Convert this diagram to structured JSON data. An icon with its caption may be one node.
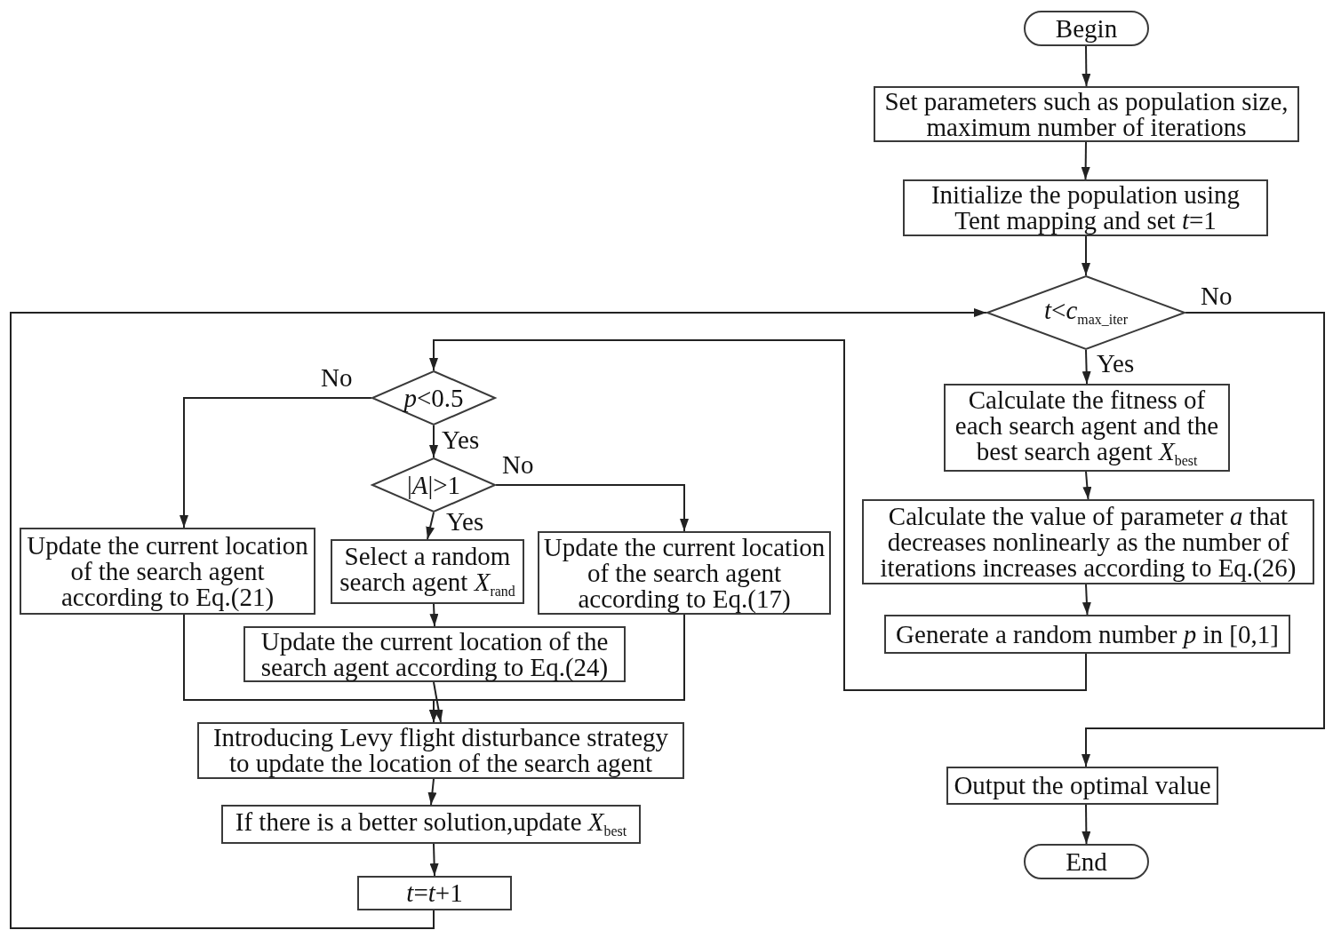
{
  "diagram": {
    "nodes": [
      {
        "text": [
          "Begin"
        ]
      },
      {
        "text": [
          "Set parameters such as population size, maximum number of iterations"
        ]
      },
      {
        "text": [
          "Initialize the population using Tent mapping and set *t*=1"
        ]
      },
      {
        "text": [
          "*t*<*c*$_{max_iter}$"
        ]
      },
      {
        "text": [
          "Calculate the fitness of each search agent and the best search agent *X*$_{best}$"
        ]
      },
      {
        "text": [
          "Calculate the value of parameter *a* that decreases nonlinearly as the number of iterations increases according to Eq.(26)"
        ]
      },
      {
        "text": [
          "Generate a random number *p* in [0,1]"
        ]
      },
      {
        "text": [
          "*p*<0.5"
        ]
      },
      {
        "text": [
          "|*A*|>1"
        ]
      },
      {
        "text": [
          "Update the current location of the search agent according to Eq.(21)"
        ]
      },
      {
        "text": [
          "Select a random search agent *X*$_{rand}$"
        ]
      },
      {
        "text": [
          "Update the current location of the search agent according to Eq.(17)"
        ]
      },
      {
        "text": [
          "Update the current location of the search agent according to Eq.(24)"
        ]
      },
      {
        "text": [
          "Introducing Levy flight disturbance strategy to update the location of the search agent"
        ]
      },
      {
        "text": [
          "If there is a better solution,update *X*$_{best}$"
        ]
      },
      {
        "text": [
          "*t*=*t*+1"
        ]
      },
      {
        "text": [
          "Output the optimal value"
        ]
      },
      {
        "text": [
          "End"
        ]
      }
    ],
    "edges": [
      {
        "from": 0,
        "to": 1,
        "arrow": "to"
      },
      {
        "from": 1,
        "to": 2,
        "arrow": "to"
      },
      {
        "from": 2,
        "to": 3,
        "arrow": "to"
      },
      {
        "from": 3,
        "to": 4,
        "arrow": "to",
        "label": "Yes"
      },
      {
        "from": 4,
        "to": 5,
        "arrow": "to"
      },
      {
        "from": 5,
        "to": 6,
        "arrow": "to"
      },
      {
        "from": 6,
        "to": 7,
        "arrow": "to"
      },
      {
        "from": 7,
        "to": 8,
        "arrow": "to",
        "label": "Yes"
      },
      {
        "from": 7,
        "to": 9,
        "arrow": "to",
        "label": "No"
      },
      {
        "from": 8,
        "to": 10,
        "arrow": "to",
        "label": "Yes"
      },
      {
        "from": 8,
        "to": 11,
        "arrow": "to",
        "label": "No"
      },
      {
        "from": 10,
        "to": 12,
        "arrow": "to"
      },
      {
        "from": 9,
        "to": 13,
        "arrow": "to"
      },
      {
        "from": 11,
        "to": 13,
        "arrow": "to"
      },
      {
        "from": 12,
        "to": 13,
        "arrow": "to"
      },
      {
        "from": 13,
        "to": 14,
        "arrow": "to"
      },
      {
        "from": 14,
        "to": 15,
        "arrow": "to"
      },
      {
        "from": 15,
        "to": 3,
        "arrow": "to"
      },
      {
        "from": 3,
        "to": 16,
        "arrow": "to",
        "label": "No"
      },
      {
        "from": 16,
        "to": 17,
        "arrow": "to"
      }
    ]
  }
}
